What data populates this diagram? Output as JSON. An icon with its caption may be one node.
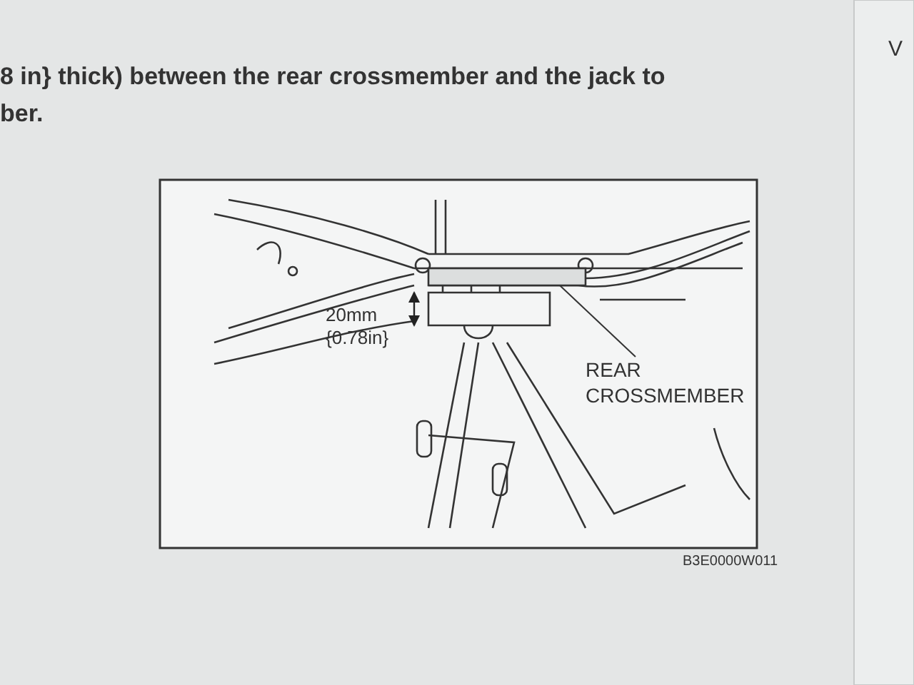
{
  "diagram": {
    "nodes": [
      {
        "text": [
          "REAR CROSSMEMBER"
        ]
      },
      {
        "text": [],
        "shape": "picture"
      }
    ],
    "edges": [
      {
        "from": 0,
        "to": 1,
        "arrow": "none"
      }
    ],
    "labels": [
      "8 in} thick) between the rear crossmember and the jack to",
      "ber.",
      "V",
      "20mm {0.78in}",
      "B3E0000W011"
    ]
  }
}
